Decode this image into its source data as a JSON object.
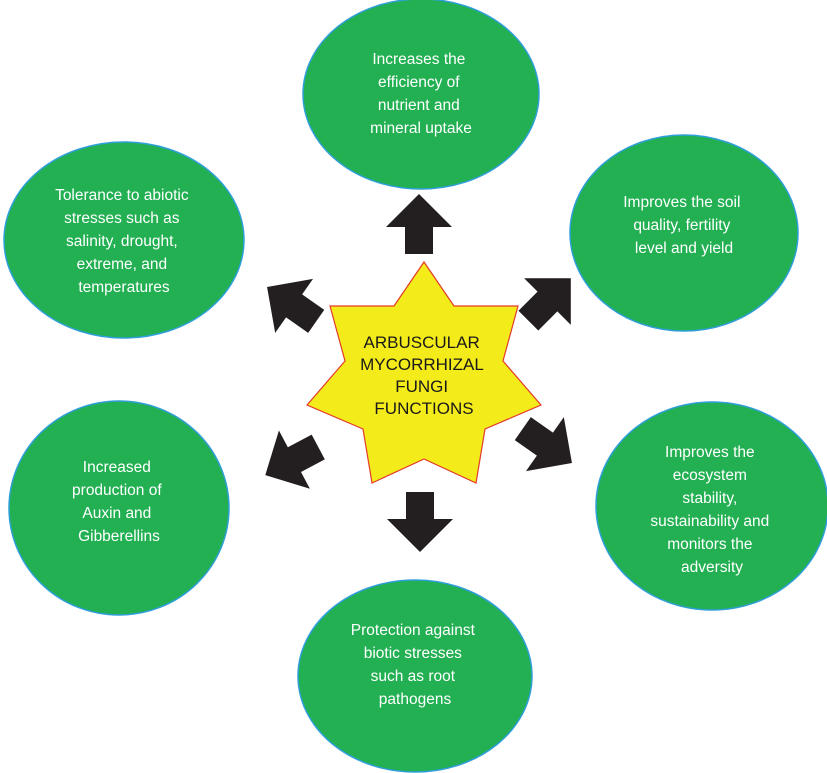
{
  "title": "Arbuscular Mycorrhizal Fungi Functions",
  "colors": {
    "node_fill": "#22b052",
    "node_stroke": "#2f9fd8",
    "center_fill": "#f4eb1a",
    "center_stroke": "#e23a2a",
    "arrow_fill": "#231f20"
  },
  "center": {
    "lines": [
      "ARBUSCULAR",
      "MYCORRHIZAL",
      "FUNGI",
      "FUNCTIONS"
    ]
  },
  "nodes": [
    {
      "id": "nutrient-uptake",
      "position": "top",
      "lines": [
        "Increases the",
        "efficiency of",
        "nutrient and",
        "mineral uptake"
      ]
    },
    {
      "id": "soil-quality",
      "position": "upper-right",
      "lines": [
        "Improves the soil",
        "quality, fertility",
        "level and yield"
      ]
    },
    {
      "id": "ecosystem-stability",
      "position": "lower-right",
      "lines": [
        "Improves the",
        "ecosystem",
        "stability,",
        "sustainability and",
        "monitors the",
        "adversity"
      ]
    },
    {
      "id": "biotic-protection",
      "position": "bottom",
      "lines": [
        "Protection against",
        "biotic stresses",
        "such as root",
        "pathogens"
      ]
    },
    {
      "id": "hormone-production",
      "position": "lower-left",
      "lines": [
        "Increased",
        "production of",
        "Auxin and",
        "Gibberellins"
      ]
    },
    {
      "id": "abiotic-tolerance",
      "position": "upper-left",
      "lines": [
        "Tolerance to abiotic",
        "stresses such as",
        "salinity, drought,",
        "extreme, and",
        "temperatures"
      ]
    }
  ],
  "arrows": [
    {
      "target": "nutrient-uptake",
      "direction": "up"
    },
    {
      "target": "soil-quality",
      "direction": "up-right"
    },
    {
      "target": "ecosystem-stability",
      "direction": "down-right"
    },
    {
      "target": "biotic-protection",
      "direction": "down"
    },
    {
      "target": "hormone-production",
      "direction": "down-left"
    },
    {
      "target": "abiotic-tolerance",
      "direction": "up-left"
    }
  ]
}
